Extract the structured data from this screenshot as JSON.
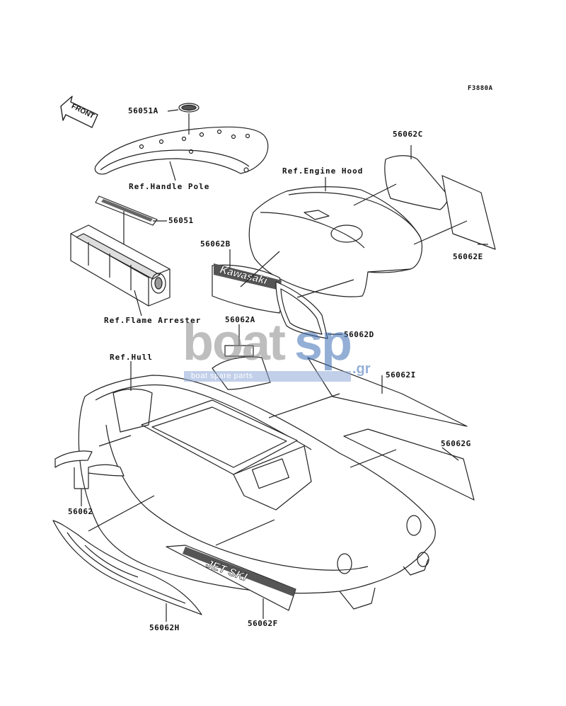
{
  "figure_code": "F3880A",
  "front_arrow": "FRONT",
  "labels": {
    "p56051A": "56051A",
    "p56051": "56051",
    "p56062B": "56062B",
    "p56062A": "56062A",
    "p56062C": "56062C",
    "p56062E": "56062E",
    "p56062D": "56062D",
    "p56062I": "56062I",
    "p56062G": "56062G",
    "p56062": "56062",
    "p56062H": "56062H",
    "p56062F": "56062F"
  },
  "refs": {
    "handle_pole": "Ref.Handle Pole",
    "engine_hood": "Ref.Engine Hood",
    "flame_arrester": "Ref.Flame Arrester",
    "hull": "Ref.Hull"
  },
  "decal_text": {
    "kawasaki": "Kawasaki",
    "jetski": "JET SKI"
  },
  "watermark": {
    "brand_part1": "boat",
    "brand_part2": "sp",
    "brand_suffix": ".gr",
    "tagline": "boat spare parts"
  }
}
